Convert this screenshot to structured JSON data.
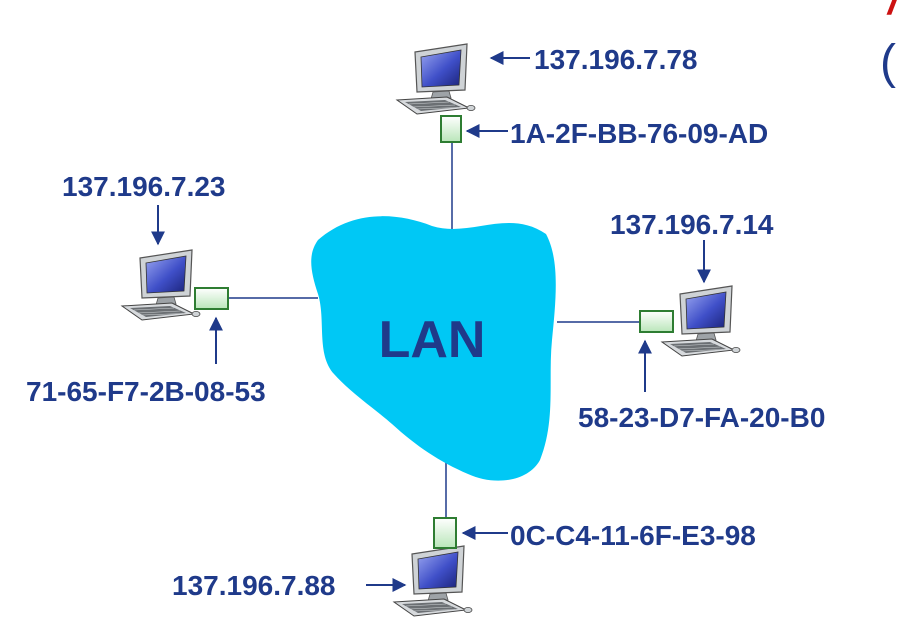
{
  "lan": {
    "label": "LAN",
    "fill": "#00c8f5"
  },
  "colors": {
    "label_text": "#1f3a8a",
    "arrow": "#1f3a8a",
    "adapter_green": "#2e7d32",
    "partial_red": "#cc1111"
  },
  "partial": {
    "top_right_glyph": "/",
    "right_paren": "("
  },
  "hosts": {
    "top": {
      "ip": "137.196.7.78",
      "mac": "1A-2F-BB-76-09-AD"
    },
    "left": {
      "ip": "137.196.7.23",
      "mac": "71-65-F7-2B-08-53"
    },
    "right": {
      "ip": "137.196.7.14",
      "mac": "58-23-D7-FA-20-B0"
    },
    "bottom": {
      "ip": "137.196.7.88",
      "mac": "0C-C4-11-6F-E3-98"
    }
  },
  "icons": {
    "computer": "desktop-computer-icon",
    "adapter": "network-adapter-icon"
  }
}
